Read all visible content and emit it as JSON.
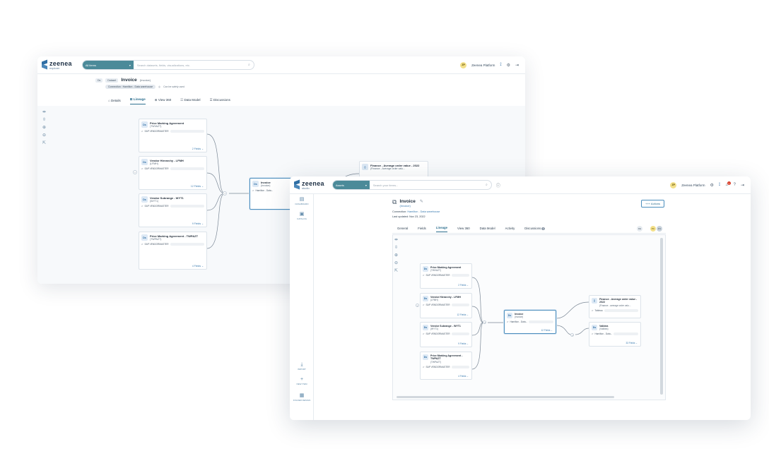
{
  "back": {
    "logo": {
      "name": "zeenea",
      "sub": "explorer"
    },
    "search": {
      "scope": "All items",
      "placeholder": "Search datasets, fields, visualizations, etc."
    },
    "header": {
      "avatar": "ZP",
      "platform": "Zeenea Platform"
    },
    "entity": {
      "type": "Dataset",
      "title": "Invoice",
      "subtitle": "(Invoice)",
      "connection": "Connection : Hamilton - Data warehouse",
      "safety": "Can be safely used"
    },
    "tabs": [
      "Details",
      "Lineage",
      "View 360",
      "Data Model",
      "Discussions"
    ],
    "nodes": [
      {
        "title": "Price Marking Agreement",
        "sub": "(TWVAZT)",
        "tag": "SAP VENDORMASTER",
        "fields": "2 Fields"
      },
      {
        "title": "Vendor Hierarchy - LFMH",
        "sub": "(LFMH)",
        "tag": "SAP VENDORMASTER",
        "fields": "12 Fields"
      },
      {
        "title": "Vendor Subrange - WYT1",
        "sub": "(WYT1)",
        "tag": "SAP VENDORMASTER",
        "fields": "9 Fields"
      },
      {
        "title": "Price Marking Agreement - TWPAZT",
        "sub": "(TWPAZT)",
        "tag": "SAP VENDORMASTER",
        "fields": "4 Fields"
      }
    ],
    "center": {
      "title": "Invoice",
      "sub": "(Invoice)",
      "tag": "Hamilton - Data..."
    },
    "target": {
      "title": "Finance - Average order value - 2022",
      "sub": "(Finance - Average order valu..."
    }
  },
  "front": {
    "logo": {
      "name": "zeenea",
      "sub": "studio"
    },
    "search": {
      "scope": "Assets",
      "placeholder": "Search your items..."
    },
    "header": {
      "avatar": "ZP",
      "platform": "Zeenea Platform",
      "notif": "1"
    },
    "sidebar": [
      {
        "icon": "dashboard-icon",
        "label": "DASHBOARD"
      },
      {
        "icon": "catalog-icon",
        "label": "CATALOG"
      }
    ],
    "sidebar_bottom": [
      {
        "icon": "import-icon",
        "label": "IMPORT"
      },
      {
        "icon": "plus-icon",
        "label": "NEW ITEM"
      },
      {
        "icon": "folder-icon",
        "label": "FOLDER DESIGN"
      }
    ],
    "entity": {
      "title": "Invoice",
      "subtitle": "(Invoice)",
      "connection_label": "Connection:",
      "connection_value": "Hamilton - Data warehouse",
      "updated": "Last updated: Nov 23, 2022",
      "actions": "+++ Actions"
    },
    "tabs": [
      "General",
      "Fields",
      "Lineage",
      "View 360",
      "Data Model",
      "Activity",
      "Discussions"
    ],
    "discussions_count": "1",
    "mini_avatars": [
      "DE",
      "PC",
      "DS"
    ],
    "nodes": [
      {
        "title": "Price Marking Agreement",
        "sub": "(TWVAZT)",
        "tag": "SAP VENDORMASTER",
        "fields": "2 Fields"
      },
      {
        "title": "Vendor Hierarchy - LFMH",
        "sub": "(LFMH)",
        "tag": "SAP VENDORMASTER",
        "fields": "12 Fields"
      },
      {
        "title": "Vendor Subrange - WYT1",
        "sub": "(WYT1)",
        "tag": "SAP VENDORMASTER",
        "fields": "9 Fields"
      },
      {
        "title": "Price Marking Agreement - TWPAZT",
        "sub": "(TWPAZT)",
        "tag": "SAP VENDORMASTER",
        "fields": "4 Fields"
      }
    ],
    "center": {
      "title": "Invoice",
      "sub": "(Invoice)",
      "tag": "Hamilton - Data...",
      "fields": "12 Fields"
    },
    "targets": [
      {
        "title": "Finance - Average order value - 2022",
        "sub": "(Finance - average order valu...",
        "tag": "Tableau"
      },
      {
        "title": "Validea",
        "sub": "(Validea)",
        "tag": "Hamilton - Data...",
        "fields": "33 Fields"
      }
    ]
  }
}
